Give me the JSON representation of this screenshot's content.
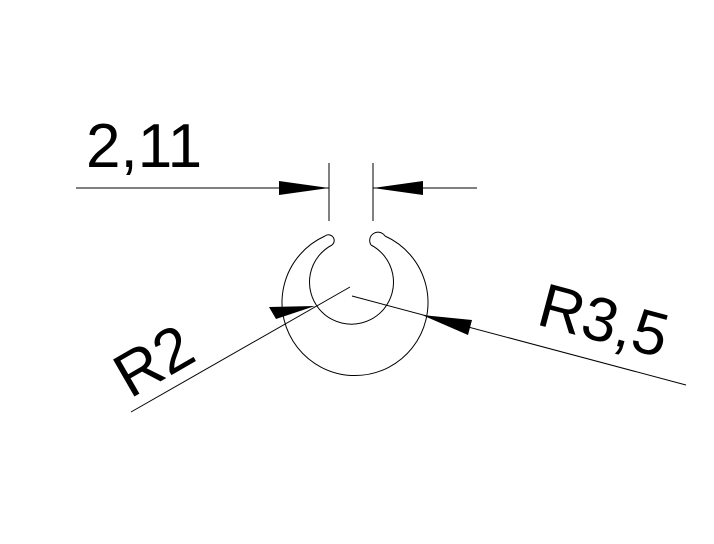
{
  "drawing": {
    "dimensions": {
      "width_label": "2,11",
      "inner_radius_label": "R2",
      "outer_radius_label": "R3,5"
    }
  }
}
